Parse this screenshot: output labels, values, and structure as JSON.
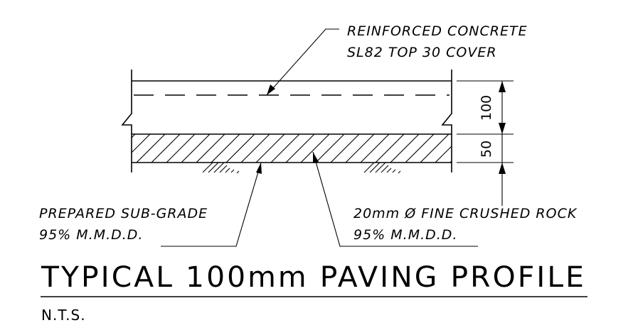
{
  "labels": {
    "reinforced_concrete": {
      "line1": "REINFORCED CONCRETE",
      "line2": "SL82 TOP 30 COVER"
    },
    "prepared_subgrade": {
      "line1": "PREPARED SUB-GRADE",
      "line2": "95% M.M.D.D."
    },
    "fine_crushed_rock": {
      "line1": "20mm Ø FINE CRUSHED ROCK",
      "line2": "95% M.M.D.D."
    }
  },
  "dimensions": {
    "slab": "100",
    "base": "50"
  },
  "title": "TYPICAL 100mm PAVING PROFILE",
  "scale_note": "N.T.S."
}
